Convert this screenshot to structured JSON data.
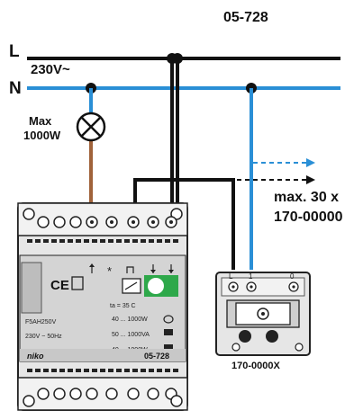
{
  "header": {
    "model_code": "05-728"
  },
  "lines": {
    "live": "L",
    "neutral": "N",
    "voltage": "230V~"
  },
  "lamp": {
    "max_label": "Max",
    "power_label": "1000W"
  },
  "extension": {
    "text_line1": "max. 30 x",
    "text_line2": "170-00000"
  },
  "module": {
    "temp_label": "ta = 35 C",
    "rating_1": "40 ... 1000W",
    "rating_2": "50 ... 1000VA",
    "rating_3": "40 ... 1000W",
    "model_name": "F5AH250V",
    "supply": "230V ~ 50Hz",
    "brand": "niko",
    "code": "05-728",
    "symbol_star": "*",
    "ce": "CE"
  },
  "pushbutton": {
    "terminal_left": "L",
    "terminal_mid": "1",
    "terminal_right": "0",
    "label": "170-0000X"
  },
  "colors": {
    "neutral_wire": "#2a8fd6",
    "lamp_wire": "#a0623a",
    "black_wire": "#111111",
    "extension_dash": "#2a8fd6",
    "indicator_green": "#2ea84a",
    "label_band": "#c8c8c8"
  }
}
